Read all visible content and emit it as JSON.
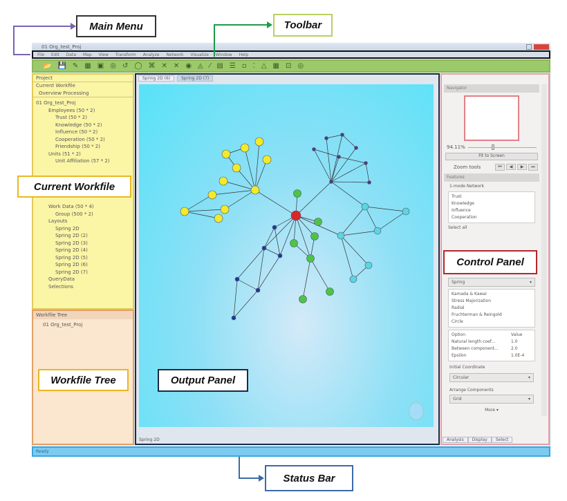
{
  "callouts": {
    "main_menu": "Main Menu",
    "toolbar": "Toolbar",
    "current_workfile": "Current  Workfile",
    "workfile_tree": "Workfile Tree",
    "output_panel": "Output Panel",
    "control_panel": "Control Panel",
    "status_bar": "Status Bar"
  },
  "colors": {
    "main_menu": "#7a62b0",
    "toolbar": "#1e9a4a",
    "current_workfile": "#e8b820",
    "workfile_tree": "#e8b820",
    "output_panel": "#1a2a44",
    "control_panel": "#b3262e",
    "status_bar": "#3a6aa8"
  },
  "window": {
    "title": "01 Org_test_Proj",
    "menu": [
      "File",
      "Edit",
      "Data",
      "Map",
      "View",
      "Transform",
      "Analyze",
      "Network",
      "Visualize",
      "Window",
      "Help"
    ]
  },
  "toolbar": {
    "icons": [
      "📂",
      "💾",
      "✎",
      "▦",
      "▣",
      "◎",
      "↺",
      "◯",
      "⌘",
      "✕",
      "✕",
      "◉",
      "◬",
      "⁄",
      "▤",
      "☰",
      "▫",
      "⁚",
      "△",
      "▦",
      "⊡",
      "◎"
    ]
  },
  "project": {
    "tab": "Project",
    "current_workfile": "Current Workfile",
    "view_options": "Overview  Processing",
    "tree": [
      {
        "level": 0,
        "label": "01 Org_test_Proj"
      },
      {
        "level": 1,
        "label": "Employees (50 * 2)"
      },
      {
        "level": 2,
        "label": "Trust (50 * 2)"
      },
      {
        "level": 2,
        "label": "Knowledge (50 * 2)"
      },
      {
        "level": 2,
        "label": "Influence (50 * 2)"
      },
      {
        "level": 2,
        "label": "Cooperation (50 * 2)"
      },
      {
        "level": 2,
        "label": "Friendship (50 * 2)"
      },
      {
        "level": 1,
        "label": "Units (51 * 2)"
      },
      {
        "level": 2,
        "label": "Unit Affiliation (57 * 2)"
      },
      {
        "level": 1,
        "label": "Work Data (50 * 4)"
      },
      {
        "level": 2,
        "label": "Group (500 * 2)"
      },
      {
        "level": 1,
        "label": "Layouts"
      },
      {
        "level": 2,
        "label": "Spring 2D"
      },
      {
        "level": 2,
        "label": "Spring 2D (2)"
      },
      {
        "level": 2,
        "label": "Spring 2D (3)"
      },
      {
        "level": 2,
        "label": "Spring 2D (4)"
      },
      {
        "level": 2,
        "label": "Spring 2D (5)"
      },
      {
        "level": 2,
        "label": "Spring 2D (6)"
      },
      {
        "level": 2,
        "label": "Spring 2D (7)"
      },
      {
        "level": 1,
        "label": "QueryData"
      },
      {
        "level": 1,
        "label": "Selections"
      }
    ]
  },
  "workfile_tree": {
    "tab": "Workfile Tree",
    "items": [
      "01 Org_test_Proj"
    ]
  },
  "output": {
    "tabs": [
      "Spring 2D (6)",
      "Spring 2D (7)"
    ],
    "bottom_tab": "Spring 2D"
  },
  "control": {
    "overview_title": "Navigator",
    "zoom_value": "94.11%",
    "fit_button": "Fit to Screen",
    "zoom_tools": "Zoom tools",
    "features_title": "Features",
    "features_label": "1-mode Network",
    "features": [
      "Trust",
      "Knowledge",
      "Influence",
      "Cooperation"
    ],
    "select_all": "Select all",
    "layout_select": "Spring",
    "layout_options": [
      "Kamada & Kawai",
      "Stress Majorization",
      "Radial",
      "Fruchterman & Reingold",
      "Circle"
    ],
    "table_headers": [
      "Option",
      "Value"
    ],
    "table_rows": [
      [
        "Natural length coef...",
        "1.0"
      ],
      [
        "Between component...",
        "2.0"
      ],
      [
        "Epsilon",
        "1.0E-4"
      ]
    ],
    "initial_label": "Initial Coordinate",
    "initial_select": "Circular",
    "arrange_label": "Arrange Components",
    "arrange_select": "Grid",
    "more": "More ▾",
    "bottom_tabs": [
      "Analysis",
      "Display",
      "Select"
    ]
  },
  "status": {
    "text": "Ready"
  }
}
